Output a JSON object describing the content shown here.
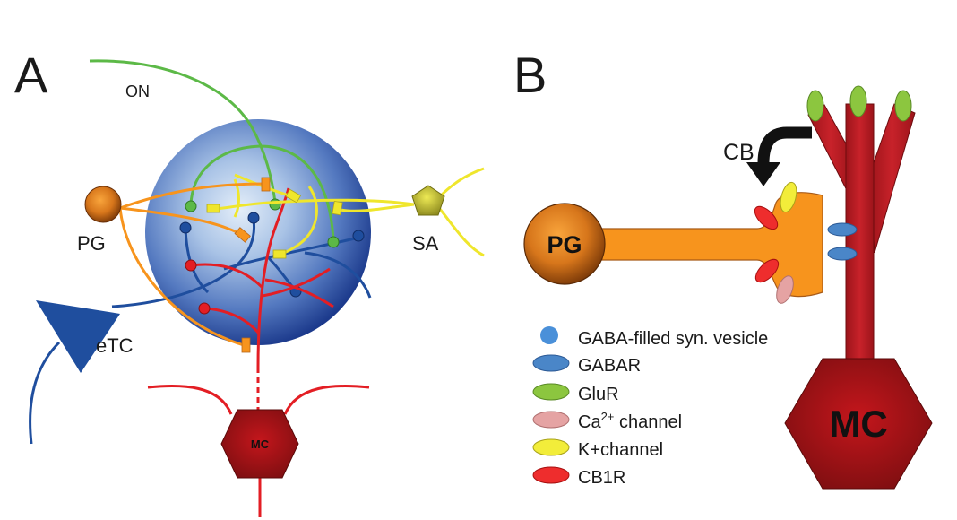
{
  "panel_a": {
    "label": "A",
    "on_label": "ON",
    "pg_label": "PG",
    "sa_label": "SA",
    "etc_label": "eTC",
    "mc_label": "MC"
  },
  "panel_b": {
    "label": "B",
    "cb_label": "CB",
    "pg_label": "PG",
    "mc_label": "MC",
    "legend": [
      {
        "text": "GABA-filled syn. vesicle",
        "color": "#4a90d9"
      },
      {
        "text": "GABAR",
        "color": "#4a86c8"
      },
      {
        "text": "GluR",
        "color": "#8cc63f"
      },
      {
        "base": "Ca",
        "sup": "2+",
        "suffix": " channel",
        "color": "#e5a3a3"
      },
      {
        "text": "K+channel",
        "color": "#f2ed3a"
      },
      {
        "text": "CB1R",
        "color": "#ee2d2d"
      }
    ]
  },
  "colors": {
    "on_axon": "#5cb947",
    "pg_neuron": "#f7941d",
    "sa_neuron": "#efe62c",
    "etc_neuron": "#1f4e9e",
    "mc_neuron": "#e31e24"
  }
}
